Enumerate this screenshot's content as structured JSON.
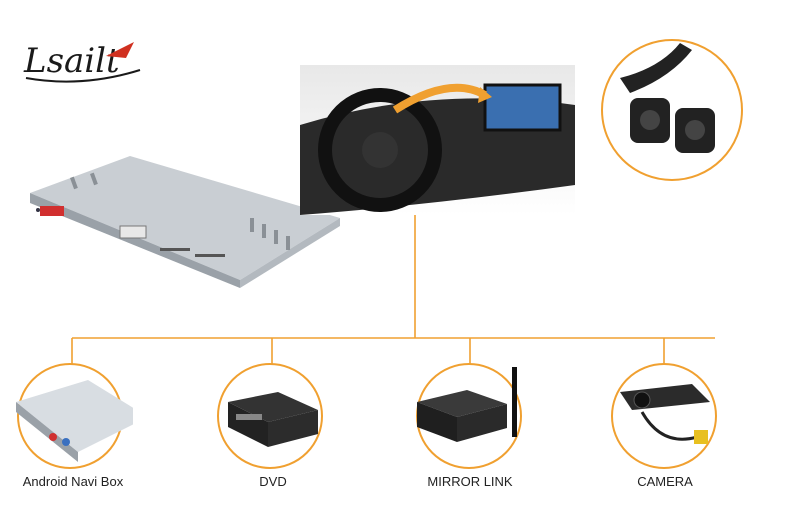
{
  "brand": {
    "logo_text": "Lsailt",
    "accent_color": "#f0a030"
  },
  "hero": {
    "module_tag": "",
    "device": "navigation-interface-box"
  },
  "accessories": [
    {
      "label": "Android Navi Box"
    },
    {
      "label": "DVD"
    },
    {
      "label": "MIRROR LINK"
    },
    {
      "label": "CAMERA"
    }
  ]
}
